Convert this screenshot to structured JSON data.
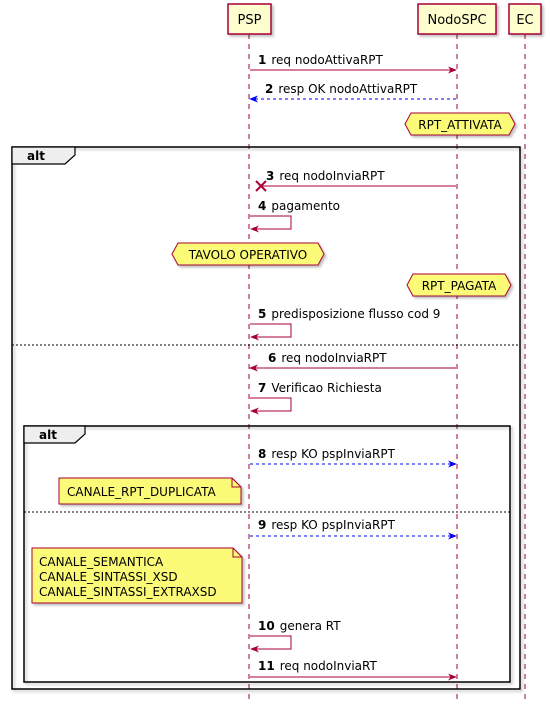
{
  "participants": [
    {
      "id": "psp",
      "label": "PSP"
    },
    {
      "id": "nodo",
      "label": "NodoSPC"
    },
    {
      "id": "ec",
      "label": "EC"
    }
  ],
  "colors": {
    "participant_fill": "#FEFECE",
    "participant_border": "#A80036",
    "request_arrow": "#A80036",
    "response_arrow": "#0000FF",
    "note_fill": "#FBFB77",
    "state_fill": "#FBFB77",
    "lost_marker": "#A80036"
  },
  "messages": [
    {
      "num": "1",
      "text": "req nodoAttivaRPT",
      "from": "psp",
      "to": "nodo",
      "style": "solid"
    },
    {
      "num": "2",
      "text": "resp OK nodoAttivaRPT",
      "from": "nodo",
      "to": "psp",
      "style": "dashed"
    },
    {
      "num": "3",
      "text": "req nodoInviaRPT",
      "from": "nodo",
      "to": "psp",
      "style": "solid",
      "lost": true
    },
    {
      "num": "4",
      "text": "pagamento",
      "from": "psp",
      "to": "psp",
      "style": "self"
    },
    {
      "num": "5",
      "text": "predisposizione flusso cod 9",
      "from": "psp",
      "to": "psp",
      "style": "self"
    },
    {
      "num": "6",
      "text": "req nodoInviaRPT",
      "from": "nodo",
      "to": "psp",
      "style": "solid"
    },
    {
      "num": "7",
      "text": "Verificao Richiesta",
      "from": "psp",
      "to": "psp",
      "style": "self"
    },
    {
      "num": "8",
      "text": "resp KO pspInviaRPT",
      "from": "psp",
      "to": "nodo",
      "style": "dashed"
    },
    {
      "num": "9",
      "text": "resp KO pspInviaRPT",
      "from": "psp",
      "to": "nodo",
      "style": "dashed"
    },
    {
      "num": "10",
      "text": "genera RT",
      "from": "psp",
      "to": "psp",
      "style": "self"
    },
    {
      "num": "11",
      "text": "req nodoInviaRT",
      "from": "psp",
      "to": "nodo",
      "style": "solid"
    }
  ],
  "states": [
    {
      "text": "RPT_ATTIVATA"
    },
    {
      "text": "TAVOLO OPERATIVO"
    },
    {
      "text": "RPT_PAGATA"
    }
  ],
  "notes": [
    {
      "lines": [
        "CANALE_RPT_DUPLICATA"
      ]
    },
    {
      "lines": [
        "CANALE_SEMANTICA",
        "CANALE_SINTASSI_XSD",
        "CANALE_SINTASSI_EXTRAXSD"
      ]
    }
  ],
  "fragments": [
    {
      "keyword": "alt"
    },
    {
      "keyword": "alt"
    }
  ]
}
